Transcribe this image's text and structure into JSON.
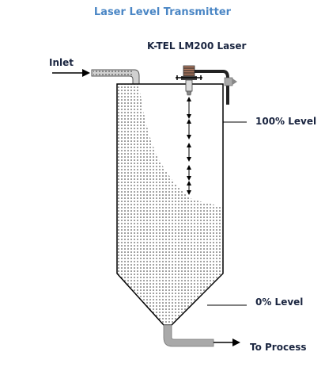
{
  "title": "Laser Level Transmitter",
  "labels": {
    "device": "K-TEL LM200 Laser",
    "inlet": "Inlet",
    "high_level": "100% Level",
    "low_level": "0% Level",
    "outlet": "To Process"
  },
  "colors": {
    "title": "#4a86c5",
    "text": "#1a2540",
    "pipe": "#a9a9a9",
    "outline": "#000000",
    "fill_dots": "#222222"
  }
}
